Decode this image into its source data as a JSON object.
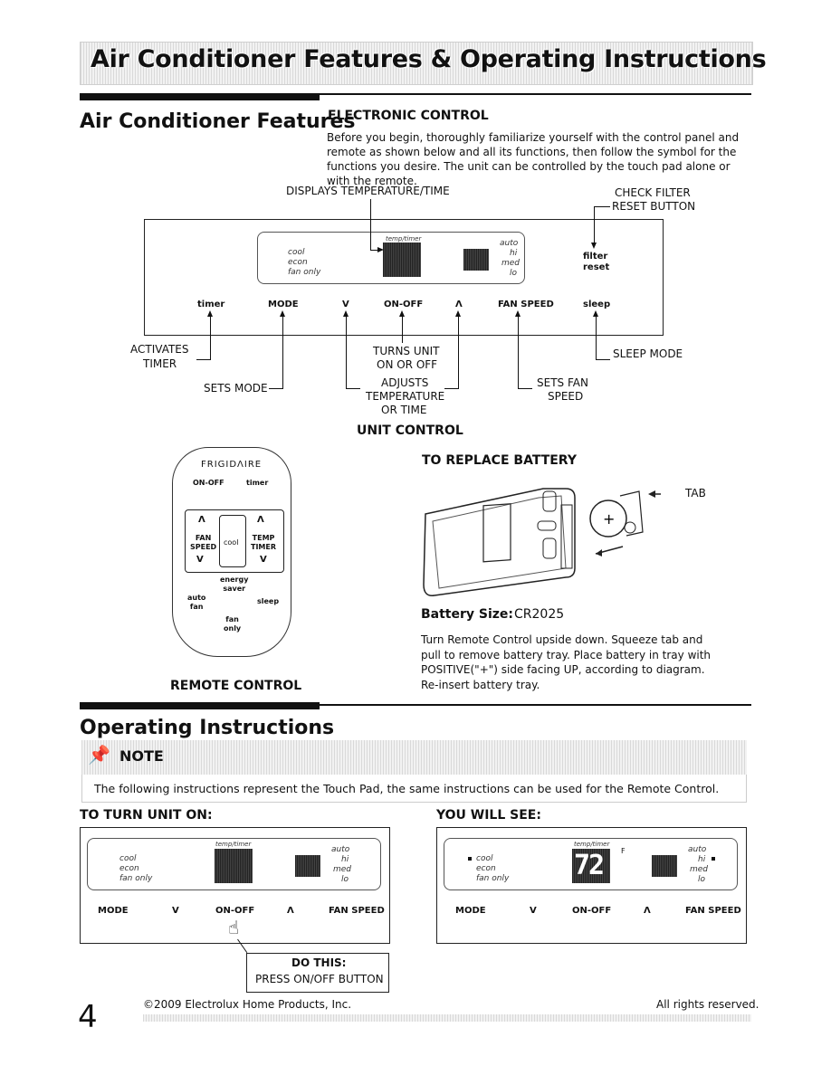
{
  "header": {
    "title": "Air Conditioner Features & Operating Instructions"
  },
  "features": {
    "heading": "Air Conditioner Features",
    "electronic_control": {
      "heading": "ELECTRONIC CONTROL",
      "body": "Before you begin, thoroughly familiarize yourself with the control panel and remote as shown below and all its functions, then follow the symbol for the functions you desire. The unit can be controlled by the touch pad alone or with the remote."
    },
    "callouts": {
      "displays": "DISPLAYS TEMPERATURE/TIME",
      "check_filter": "CHECK FILTER",
      "reset_button": "RESET BUTTON",
      "activates": "ACTIVATES",
      "timer": "TIMER",
      "sets_mode": "SETS MODE",
      "turns_unit": "TURNS UNIT",
      "on_or_off": "ON OR OFF",
      "adjusts": "ADJUSTS",
      "temperature": "TEMPERATURE",
      "or_time": "OR TIME",
      "sets_fan": "SETS FAN",
      "speed": "SPEED",
      "sleep_mode": "SLEEP MODE"
    },
    "panel": {
      "temp_timer": "temp/timer",
      "modes": [
        "cool",
        "econ",
        "fan only"
      ],
      "speeds": [
        "auto",
        "hi",
        "med",
        "lo"
      ],
      "filter": "filter",
      "reset": "reset",
      "buttons": {
        "timer": "timer",
        "mode": "MODE",
        "down": "V",
        "onoff": "ON-OFF",
        "up": "Λ",
        "fan_speed": "FAN SPEED",
        "sleep": "sleep"
      }
    },
    "unit_control": "UNIT CONTROL",
    "remote": {
      "brand": "FRIGIDΛIRE",
      "onoff": "ON-OFF",
      "timer": "timer",
      "up": "Λ",
      "down": "V",
      "fan_speed": "FAN\nSPEED",
      "cool": "cool",
      "temp_timer": "TEMP\nTIMER",
      "energy_saver": "energy\nsaver",
      "auto_fan": "auto\nfan",
      "sleep": "sleep",
      "fan_only": "fan\nonly",
      "caption": "REMOTE CONTROL"
    },
    "battery": {
      "heading": "TO REPLACE BATTERY",
      "tab": "TAB",
      "size_label": "Battery Size:",
      "size_value": "CR2025",
      "instructions": "Turn Remote Control upside down. Squeeze tab and pull to remove battery tray. Place battery in tray with POSITIVE(\"+\") side facing UP, according to diagram. Re-insert battery tray."
    }
  },
  "operating": {
    "heading": "Operating Instructions",
    "note_label": "NOTE",
    "note_text": "The following instructions represent the Touch Pad, the same instructions can be used for the Remote Control.",
    "turn_on": "TO TURN UNIT ON:",
    "you_will_see": "YOU WILL SEE:",
    "display_value": "72",
    "display_unit": "F",
    "do_this": "DO THIS:",
    "press": "PRESS ON/OFF BUTTON"
  },
  "footer": {
    "page_number": "4",
    "copyright": "©2009 Electrolux Home Products, Inc.",
    "rights": "All rights reserved."
  }
}
